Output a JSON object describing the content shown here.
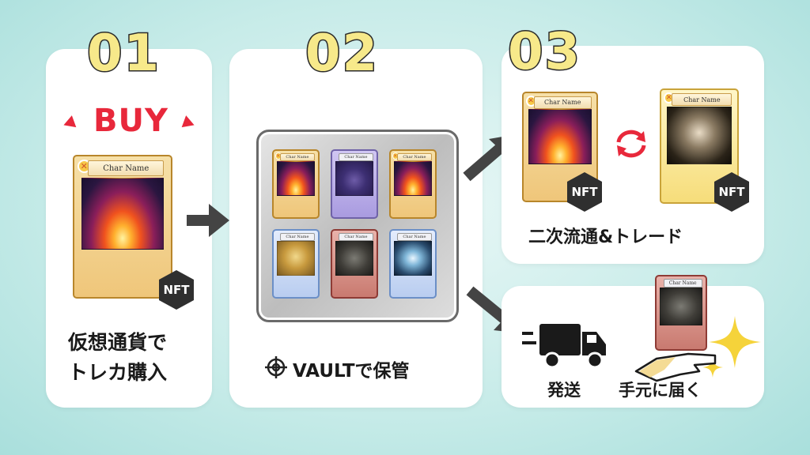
{
  "steps": [
    {
      "number": "01",
      "buy_label": "BUY",
      "line1": "仮想通貨で",
      "line2": "トレカ購入"
    },
    {
      "number": "02",
      "caption": "VAULTで保管"
    },
    {
      "number": "03",
      "caption": "二次流通&トレード"
    }
  ],
  "shipping": {
    "ship_label": "発送",
    "deliver_label": "手元に届く"
  },
  "card_name": "Char Name",
  "nft_label": "NFT",
  "colors": {
    "number_fill": "#f7e98a",
    "buy_red": "#e8283b",
    "badge_dark": "#2f2f2f",
    "sparkle": "#f5d33a"
  }
}
